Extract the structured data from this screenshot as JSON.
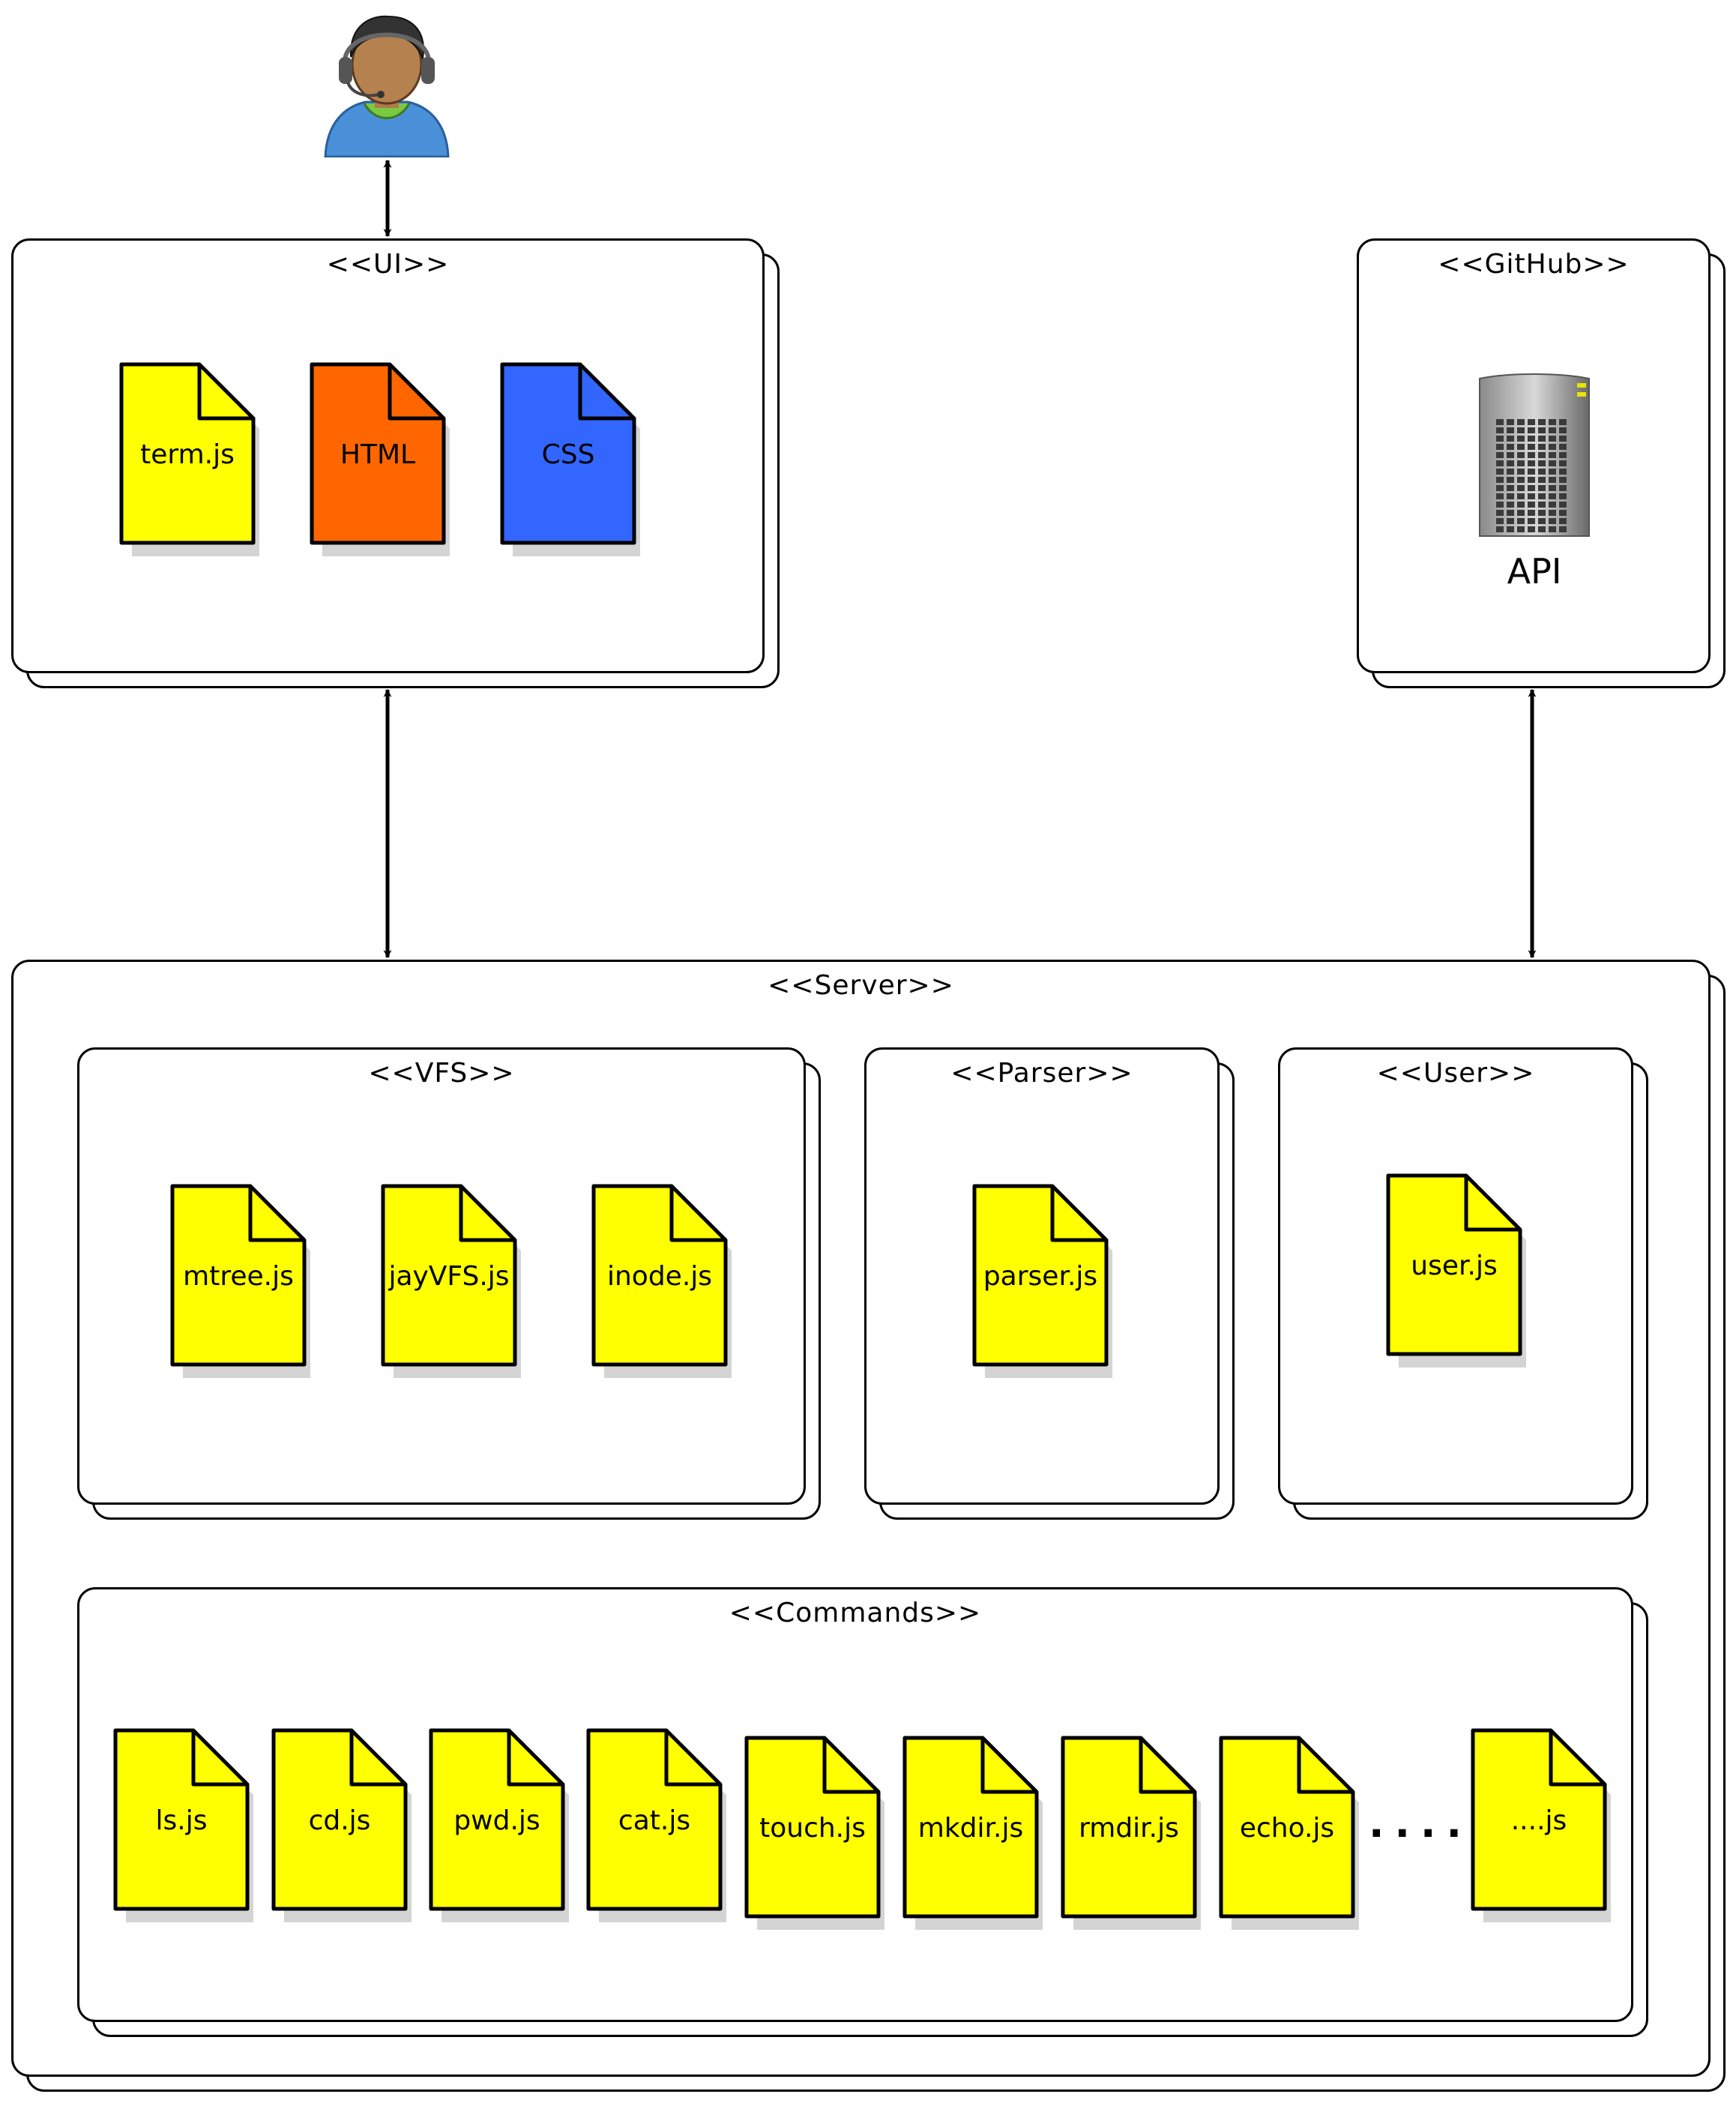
{
  "packages": {
    "ui": "<<UI>>",
    "github": "<<GitHub>>",
    "server": "<<Server>>",
    "vfs": "<<VFS>>",
    "parser": "<<Parser>>",
    "user": "<<User>>",
    "commands": "<<Commands>>"
  },
  "ui_files": [
    {
      "name": "term.js",
      "color": "#ffff00"
    },
    {
      "name": "HTML",
      "color": "#ff6600"
    },
    {
      "name": "CSS",
      "color": "#3366ff"
    }
  ],
  "github_api": {
    "label": "API",
    "icon": "server-tower-icon"
  },
  "actor_icon": "user-with-headset-icon",
  "vfs_files": [
    "mtree.js",
    "jayVFS.js",
    "inode.js"
  ],
  "parser_files": [
    "parser.js"
  ],
  "user_files": [
    "user.js"
  ],
  "command_files": [
    "ls.js",
    "cd.js",
    "pwd.js",
    "cat.js",
    "touch.js",
    "mkdir.js",
    "rmdir.js",
    "echo.js",
    "....js"
  ],
  "commands_ellipsis": "....",
  "file_color_default": "#ffff00"
}
